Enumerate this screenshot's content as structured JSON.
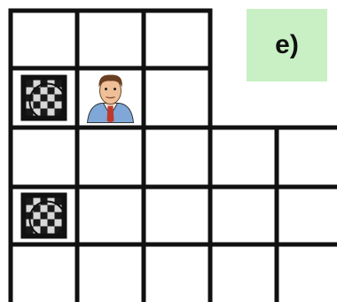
{
  "panel_label": "e)",
  "label_color": "#c9f0c4",
  "grid": {
    "rows": 5,
    "row_lengths": [
      3,
      3,
      5,
      5,
      5
    ]
  },
  "pieces": [
    {
      "type": "checkered-token",
      "row": 1,
      "col": 0
    },
    {
      "type": "person-portrait",
      "row": 1,
      "col": 1
    },
    {
      "type": "checkered-token",
      "row": 3,
      "col": 0
    }
  ]
}
